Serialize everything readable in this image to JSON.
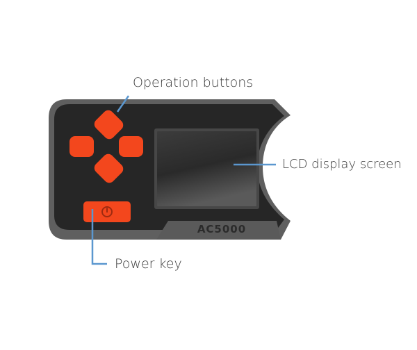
{
  "device": {
    "model_label": "AC5000",
    "colors": {
      "body_outer": "#5f5f5f",
      "body_inner": "#262626",
      "button": "#f3471d",
      "screen_frame": "#4a4a4a",
      "callout_line": "#5b97cf"
    },
    "icons": {
      "power": "power-icon"
    }
  },
  "callouts": {
    "operation_buttons": "Operation buttons",
    "lcd_display_screen": "LCD display screen",
    "power_key": "Power key"
  }
}
